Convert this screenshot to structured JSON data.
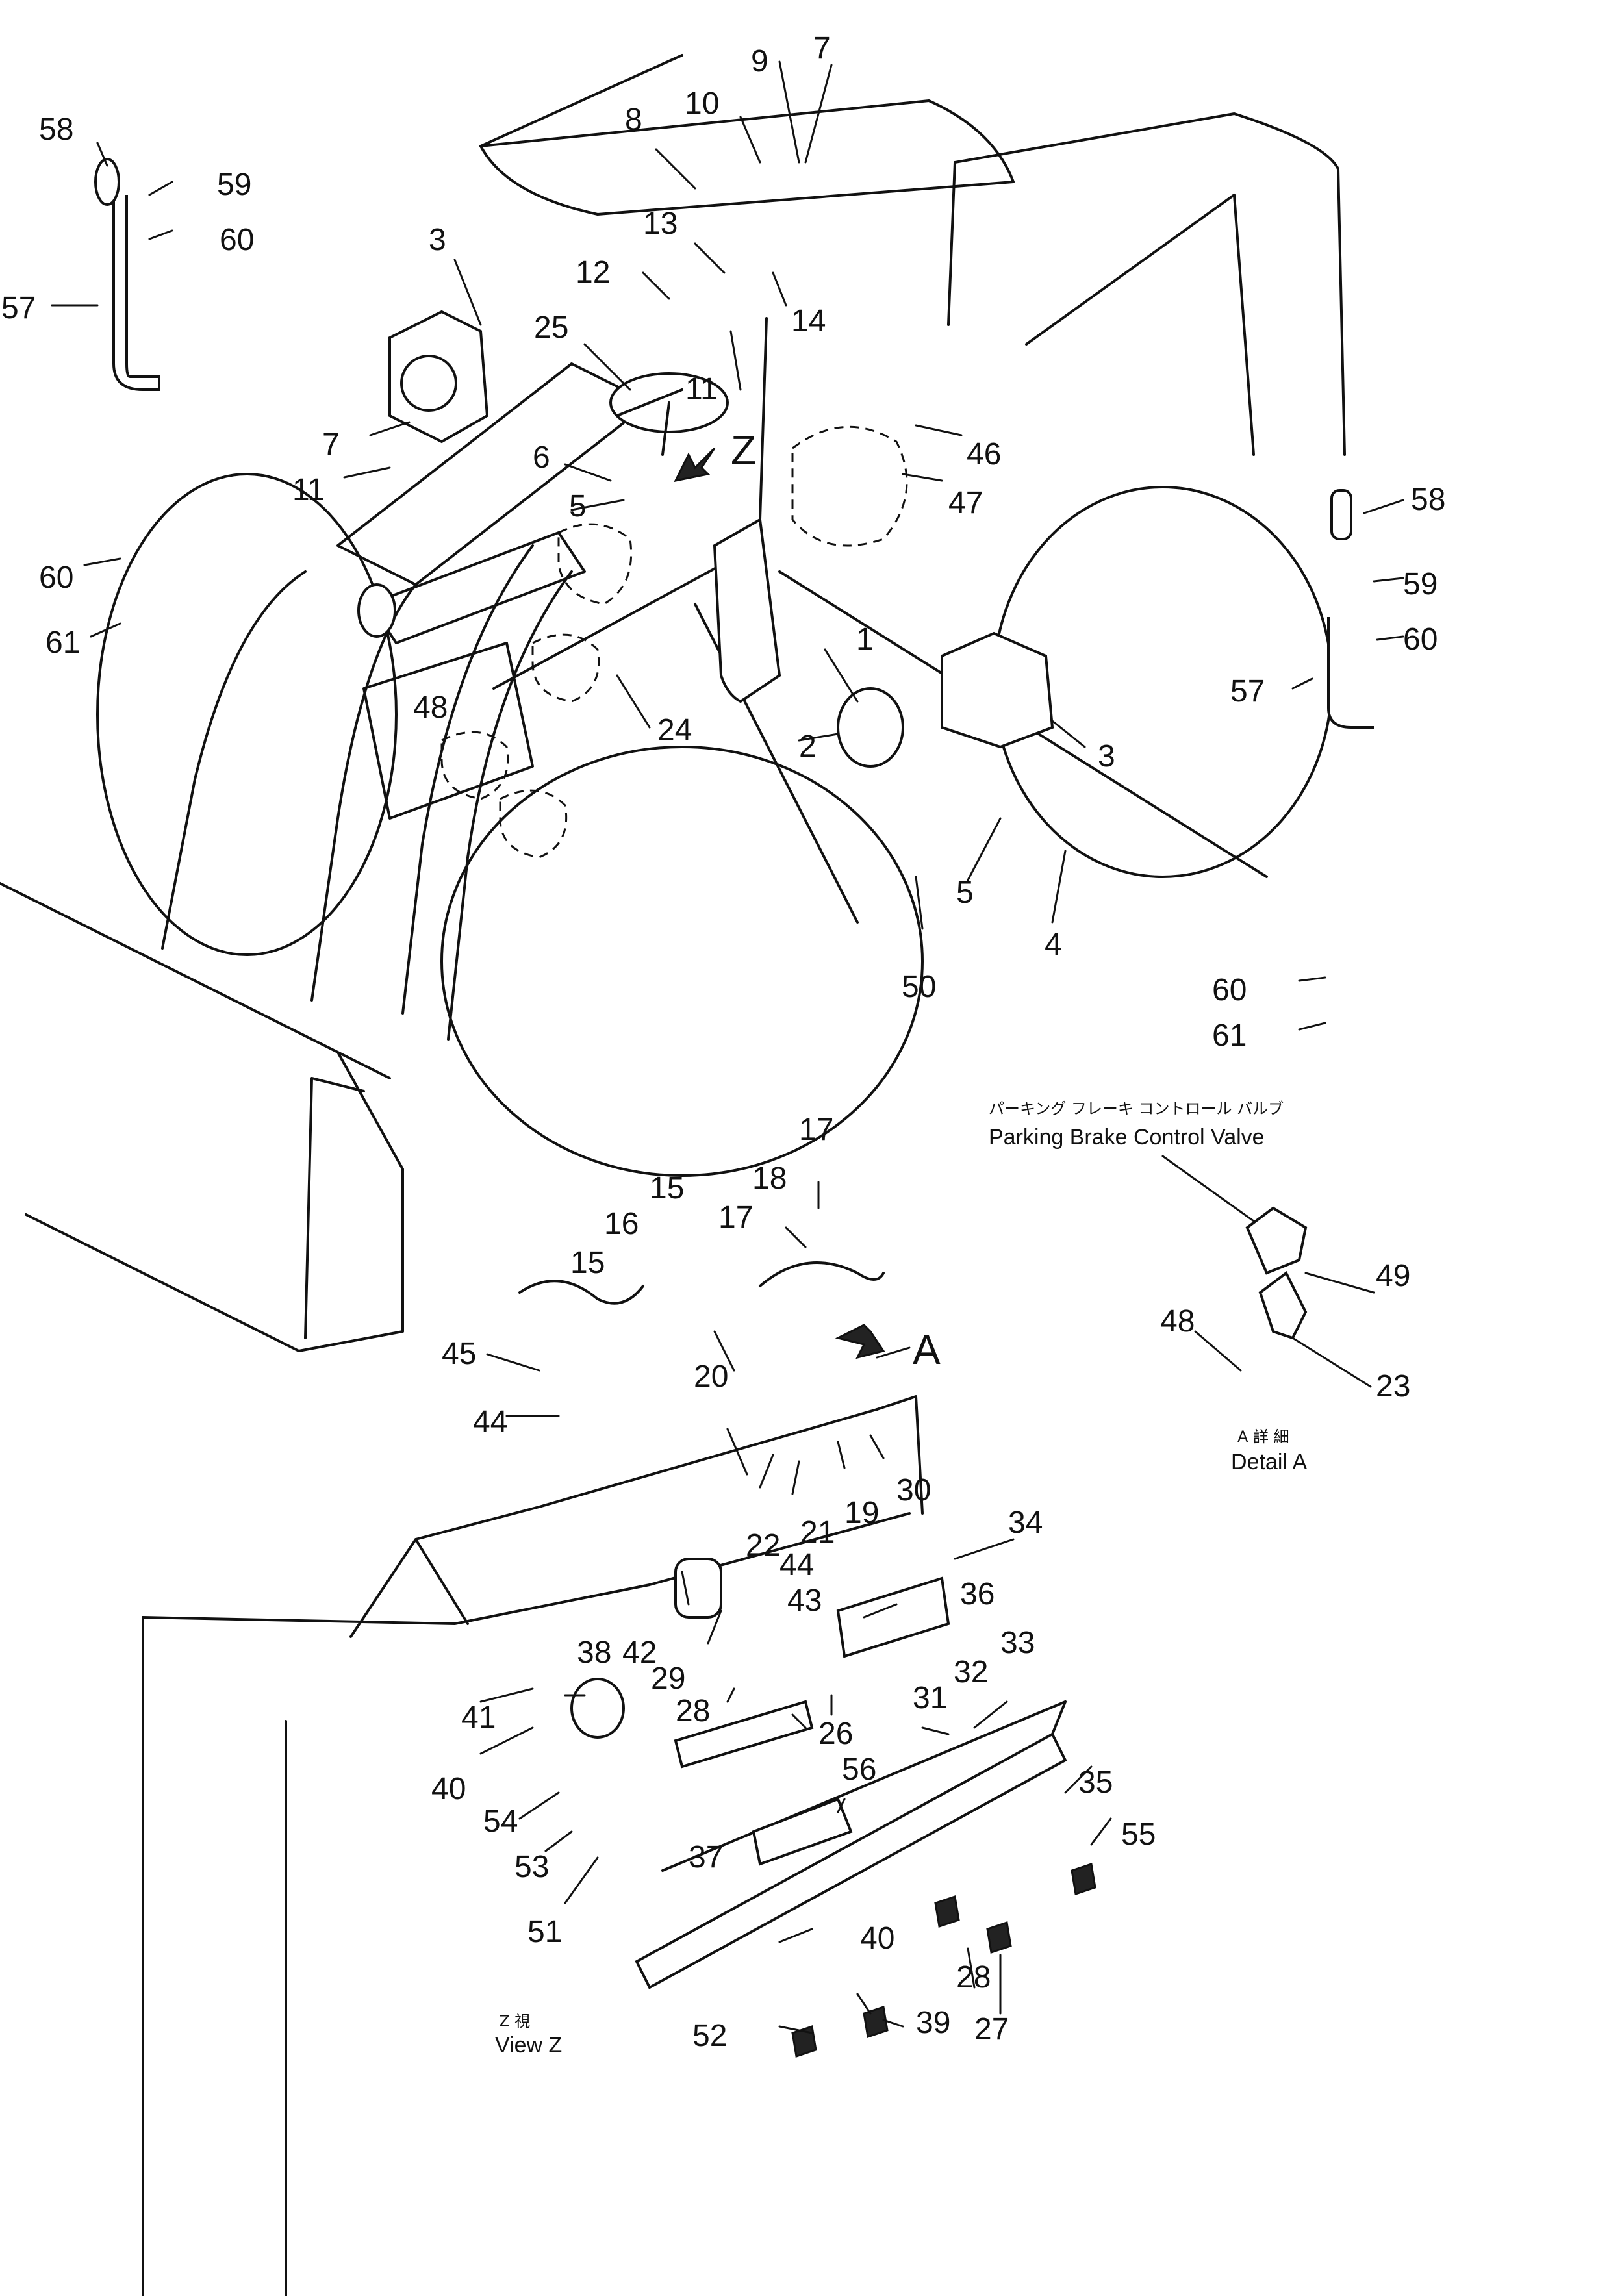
{
  "labels": {
    "p1": "1",
    "p2": "2",
    "p3": "3",
    "p4": "4",
    "p5": "5",
    "p6": "6",
    "p7": "7",
    "p8": "8",
    "p9": "9",
    "p10": "10",
    "p11": "11",
    "p12": "12",
    "p13": "13",
    "p14": "14",
    "p15": "15",
    "p16": "16",
    "p17": "17",
    "p18": "18",
    "p19": "19",
    "p20": "20",
    "p21": "21",
    "p22": "22",
    "p23": "23",
    "p24": "24",
    "p25": "25",
    "p26": "26",
    "p27": "27",
    "p28": "28",
    "p29": "29",
    "p30": "30",
    "p31": "31",
    "p32": "32",
    "p33": "33",
    "p34": "34",
    "p35": "35",
    "p36": "36",
    "p37": "37",
    "p38": "38",
    "p39": "39",
    "p40": "40",
    "p41": "41",
    "p42": "42",
    "p43": "43",
    "p44": "44",
    "p45": "45",
    "p46": "46",
    "p47": "47",
    "p48": "48",
    "p49": "49",
    "p50": "50",
    "p51": "51",
    "p52": "52",
    "p53": "53",
    "p54": "54",
    "p55": "55",
    "p56": "56",
    "p57": "57",
    "p58": "58",
    "p59": "59",
    "p60": "60",
    "p61": "61"
  },
  "markers": {
    "view_z": "Z",
    "detail_a": "A"
  },
  "captions": {
    "parking_brake_jp": "パーキング フレーキ コントロール バルブ",
    "parking_brake_en": "Parking Brake Control Valve",
    "detail_a_jp": "A 詳 細",
    "detail_a_en": "Detail A",
    "view_z_jp": "Z 視",
    "view_z_en": "View Z"
  }
}
